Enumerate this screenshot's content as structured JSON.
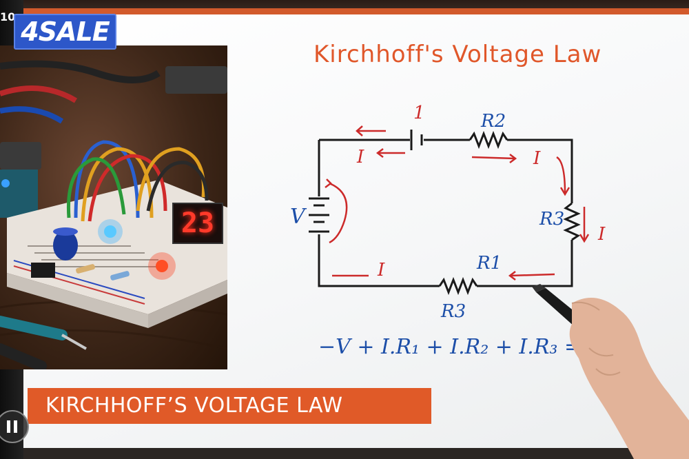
{
  "overlay": {
    "timecode": "10",
    "logo": "4SALE",
    "pause_icon": "pause-icon"
  },
  "photo": {
    "display_reading": "23"
  },
  "whiteboard": {
    "title": "Kirchhoff's Voltage Law",
    "diagram": {
      "source_label": "V",
      "battery_top_label": "1",
      "resistor_labels": {
        "top": "R2",
        "right": "R3",
        "bottom_upper": "R1",
        "bottom_lower": "R3"
      },
      "current_label": "I"
    },
    "equation": "−V + I.R₁ + I.R₂ + I.R₃ = 0"
  },
  "banner": {
    "text": "KIRCHHOFF’S VOLTAGE LAW"
  },
  "colors": {
    "accent_orange": "#e05a28",
    "ink_blue": "#1c4ea8",
    "ink_red": "#cc2a2a",
    "ink_black": "#1a1a1a"
  }
}
